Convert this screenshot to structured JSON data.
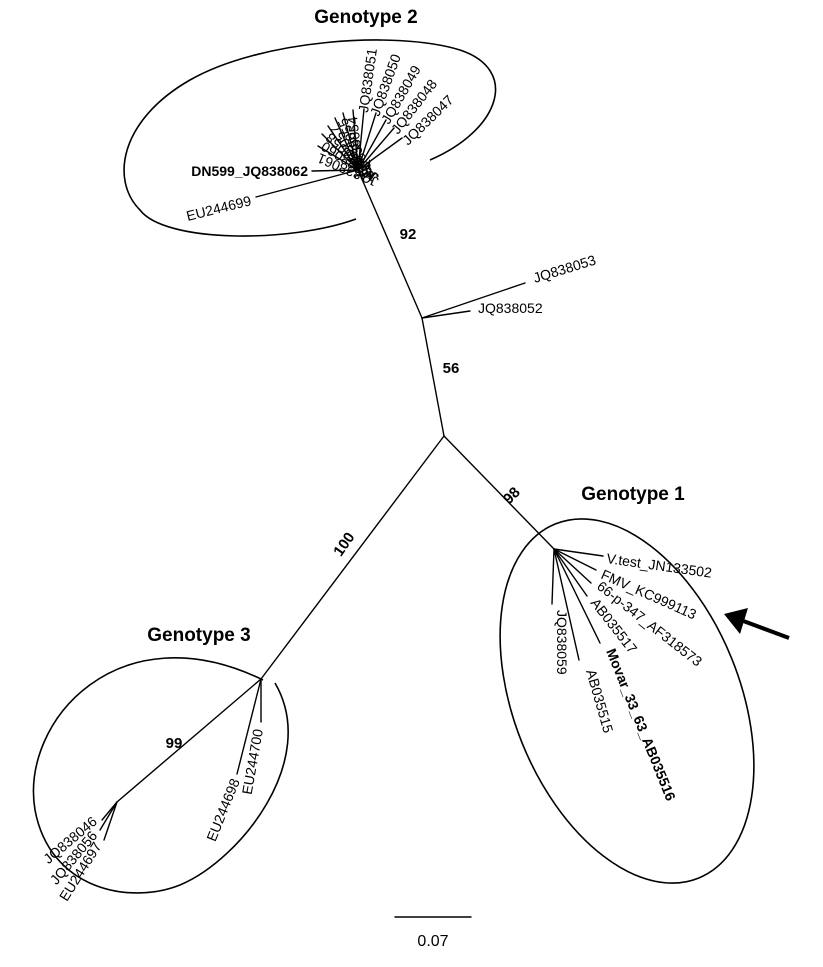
{
  "groups": {
    "g1": "Genotype 1",
    "g2": "Genotype 2",
    "g3": "Genotype 3"
  },
  "bootstrap": {
    "b92": "92",
    "b56": "56",
    "b98": "98",
    "b100": "100",
    "b99": "99"
  },
  "scale_bar": "0.07",
  "taxa": {
    "g2": [
      "JQ838047",
      "JQ838048",
      "JQ838049",
      "JQ838050",
      "JQ838051",
      "JQ838054",
      "JQ838055",
      "JQ838057",
      "JQ838058",
      "JQ838060",
      "JQ838061"
    ],
    "g2_bold": "DN599_JQ838062",
    "eu244699": "EU244699",
    "jq838053": "JQ838053",
    "jq838052": "JQ838052",
    "g1": [
      "V.test_JN133502",
      "FMV_KC999113",
      "66-p-347_AF318573",
      "AB035517",
      "AB035515",
      "JQ838059"
    ],
    "g1_bold": "Movar_33_63_AB035516",
    "g3_inner": [
      "EU244698",
      "EU244700"
    ],
    "g3_outer": [
      "JQ838046",
      "JQ838056",
      "EU244697"
    ]
  }
}
